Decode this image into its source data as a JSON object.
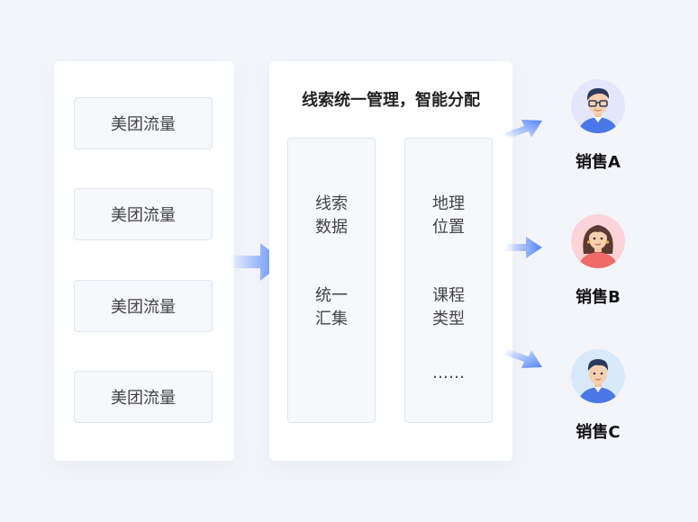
{
  "sources": {
    "items": [
      {
        "label": "美团流量"
      },
      {
        "label": "美团流量"
      },
      {
        "label": "美团流量"
      },
      {
        "label": "美团流量"
      }
    ]
  },
  "management": {
    "title": "线索统一管理，智能分配",
    "left_column": {
      "group1_line1": "线索",
      "group1_line2": "数据",
      "group2_line1": "统一",
      "group2_line2": "汇集"
    },
    "right_column": {
      "group1_line1": "地理",
      "group1_line2": "位置",
      "group2_line1": "课程",
      "group2_line2": "类型",
      "more": "……"
    }
  },
  "sales": [
    {
      "label": "销售A",
      "icon": "man-glasses-avatar-icon",
      "bg": "#e4e6fb"
    },
    {
      "label": "销售B",
      "icon": "woman-avatar-icon",
      "bg": "#fbd3d8"
    },
    {
      "label": "销售C",
      "icon": "man-avatar-icon",
      "bg": "#d7e9fb"
    }
  ],
  "colors": {
    "accent": "#5b8cff",
    "background": "#f3f5fb"
  }
}
